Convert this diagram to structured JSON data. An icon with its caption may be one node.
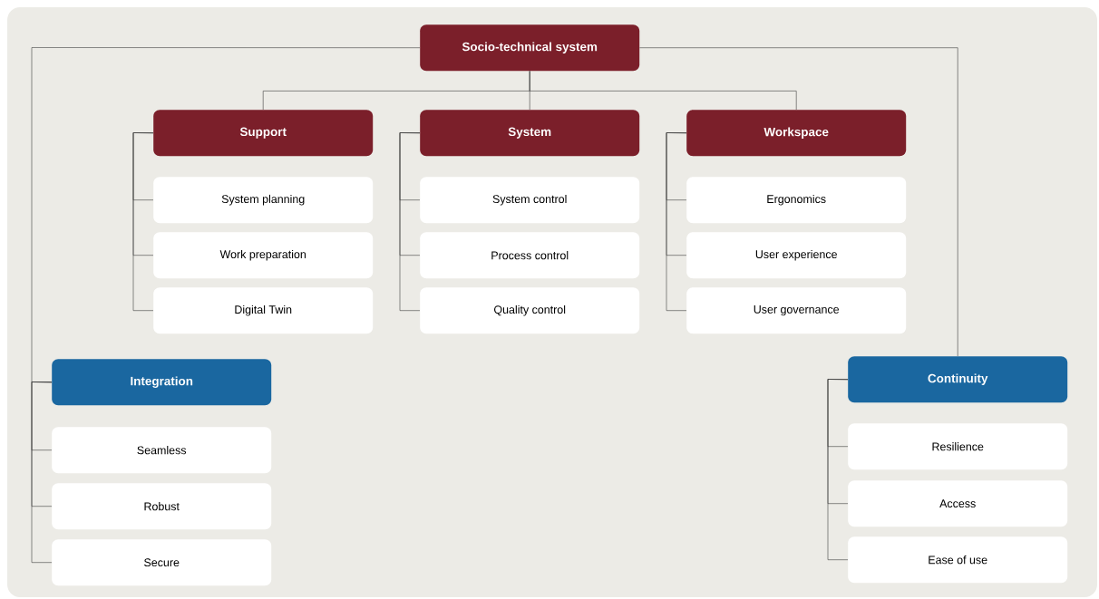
{
  "diagram": {
    "nodes": [
      {
        "text": [
          "Socio-technical system"
        ]
      },
      {
        "text": [
          "Support"
        ]
      },
      {
        "text": [
          "System"
        ]
      },
      {
        "text": [
          "Workspace"
        ]
      },
      {
        "text": [
          "System planning"
        ]
      },
      {
        "text": [
          "Work preparation"
        ]
      },
      {
        "text": [
          "Digital Twin"
        ]
      },
      {
        "text": [
          "System control"
        ]
      },
      {
        "text": [
          "Process control"
        ]
      },
      {
        "text": [
          "Quality control"
        ]
      },
      {
        "text": [
          "Ergonomics"
        ]
      },
      {
        "text": [
          "User experience"
        ]
      },
      {
        "text": [
          "User governance"
        ]
      },
      {
        "text": [
          "Integration"
        ]
      },
      {
        "text": [
          "Seamless"
        ]
      },
      {
        "text": [
          "Robust"
        ]
      },
      {
        "text": [
          "Secure"
        ]
      },
      {
        "text": [
          "Continuity"
        ]
      },
      {
        "text": [
          "Resilience"
        ]
      },
      {
        "text": [
          "Access"
        ]
      },
      {
        "text": [
          "Ease of use"
        ]
      }
    ],
    "edges": [
      {
        "from": 0,
        "to": 1,
        "arrow": "none"
      },
      {
        "from": 0,
        "to": 2,
        "arrow": "none"
      },
      {
        "from": 0,
        "to": 3,
        "arrow": "none"
      },
      {
        "from": 0,
        "to": 13,
        "arrow": "none"
      },
      {
        "from": 0,
        "to": 17,
        "arrow": "none"
      },
      {
        "from": 1,
        "to": 4,
        "arrow": "none"
      },
      {
        "from": 1,
        "to": 5,
        "arrow": "none"
      },
      {
        "from": 1,
        "to": 6,
        "arrow": "none"
      },
      {
        "from": 2,
        "to": 7,
        "arrow": "none"
      },
      {
        "from": 2,
        "to": 8,
        "arrow": "none"
      },
      {
        "from": 2,
        "to": 9,
        "arrow": "none"
      },
      {
        "from": 3,
        "to": 10,
        "arrow": "none"
      },
      {
        "from": 3,
        "to": 11,
        "arrow": "none"
      },
      {
        "from": 3,
        "to": 12,
        "arrow": "none"
      },
      {
        "from": 13,
        "to": 14,
        "arrow": "none"
      },
      {
        "from": 13,
        "to": 15,
        "arrow": "none"
      },
      {
        "from": 13,
        "to": 16,
        "arrow": "none"
      },
      {
        "from": 17,
        "to": 18,
        "arrow": "none"
      },
      {
        "from": 17,
        "to": 19,
        "arrow": "none"
      },
      {
        "from": 17,
        "to": 20,
        "arrow": "none"
      }
    ]
  }
}
